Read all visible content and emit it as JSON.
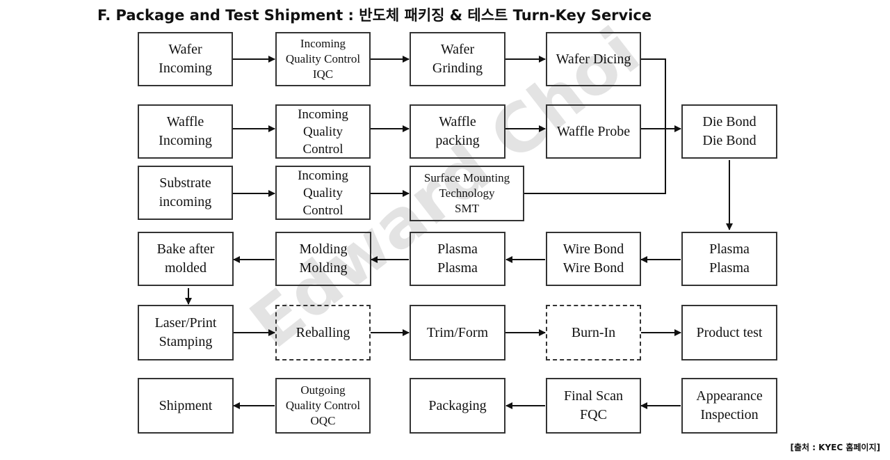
{
  "title": "F. Package and Test Shipment : 반도체 패키징 & 테스트 Turn-Key Service",
  "watermark": "Edward Choi",
  "source": "[출처 : KYEC 홈페이지]",
  "nodes": {
    "wafer_incoming": "Wafer\nIncoming",
    "iqc_1": "Incoming\nQuality Control\nIQC",
    "wafer_grinding": "Wafer\nGrinding",
    "wafer_dicing": "Wafer Dicing",
    "waffle_incoming": "Waffle\nIncoming",
    "iqc_2": "Incoming\nQuality\nControl",
    "waffle_packing": "Waffle\npacking",
    "waffle_probe": "Waffle Probe",
    "die_bond": "Die Bond\nDie Bond",
    "substrate_incoming": "Substrate\nincoming",
    "iqc_3": "Incoming\nQuality\nControl",
    "smt": "Surface Mounting\nTechnology\nSMT",
    "plasma_1": "Plasma\nPlasma",
    "wire_bond": "Wire Bond\nWire Bond",
    "plasma_2": "Plasma\nPlasma",
    "molding": "Molding\nMolding",
    "bake": "Bake after\nmolded",
    "laser_print": "Laser/Print\nStamping",
    "reballing": "Reballing",
    "trim_form": "Trim/Form",
    "burn_in": "Burn-In",
    "product_test": "Product test",
    "appearance": "Appearance\nInspection",
    "final_scan": "Final Scan\nFQC",
    "packaging": "Packaging",
    "oqc": "Outgoing\nQuality Control\nOQC",
    "shipment": "Shipment"
  }
}
